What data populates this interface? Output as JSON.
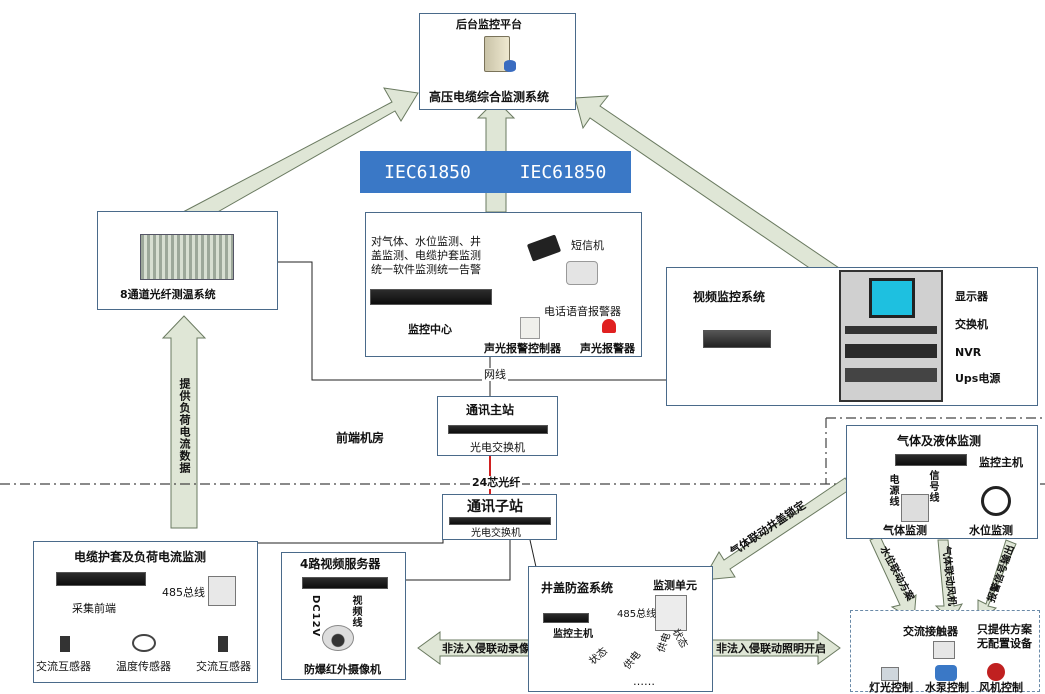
{
  "platform": {
    "title": "后台监控平台",
    "subtitle": "高压电缆综合监测系统"
  },
  "protocols": [
    "IEC61850",
    "IEC61850"
  ],
  "fiber_temp": {
    "label": "8通道光纤测温系统"
  },
  "monitor_center": {
    "note_lines": [
      "对气体、水位监测、井",
      "盖监测、电缆护套监测",
      "统一软件监测统一告警"
    ],
    "sms": "短信机",
    "voice_alarm": "电话语音报警器",
    "alarm_controller": "声光报警控制器",
    "alarm": "声光报警器",
    "title": "监控中心"
  },
  "video_system": {
    "title": "视频监控系统"
  },
  "rack": {
    "display": "显示器",
    "switch": "交换机",
    "nvr": "NVR",
    "ups": "Ups电源"
  },
  "network_line": "网线",
  "main_station": {
    "title": "通讯主站",
    "device": "光电交换机"
  },
  "front_room": "前端机房",
  "fiber_label": "24芯光纤",
  "sub_station": {
    "title": "通讯子站",
    "device": "光电交换机"
  },
  "load_data_label": "提供负荷电流数据",
  "cable_monitor": {
    "title": "电缆护套及负荷电流监测",
    "collector": "采集前端",
    "bus": "485总线",
    "sensors": [
      "交流互感器",
      "温度传感器",
      "交流互感器"
    ]
  },
  "video_server": {
    "title": "4路视频服务器",
    "dc": "DC12V",
    "video_line": "视频线",
    "camera": "防爆红外摄像机"
  },
  "arrow_record": "非法入侵联动录像",
  "manhole": {
    "title": "井盖防盗系统",
    "unit": "监测单元",
    "bus": "485总线",
    "host": "监控主机",
    "state1": "状态",
    "power": "供电",
    "power2": "供电",
    "state2": "状态",
    "dots": "……"
  },
  "arrow_light": "非法入侵联动照明开启",
  "gas": {
    "title": "气体及液体监测",
    "host": "监控主机",
    "power_line": "电源线",
    "signal_line": "信号线",
    "gas_monitor": "气体监测",
    "water_monitor": "水位监测"
  },
  "arrow_gas_lock": "气体联动井盖锁定",
  "arrow_water": "水位联动方案",
  "arrow_gas_fan": "气体联动风机",
  "arrow_output": "报警信号输出",
  "contactor": {
    "title": "交流接触器",
    "note_lines": [
      "只提供方案",
      "无配置设备"
    ],
    "controls": [
      "灯光控制",
      "水泵控制",
      "风机控制"
    ]
  }
}
